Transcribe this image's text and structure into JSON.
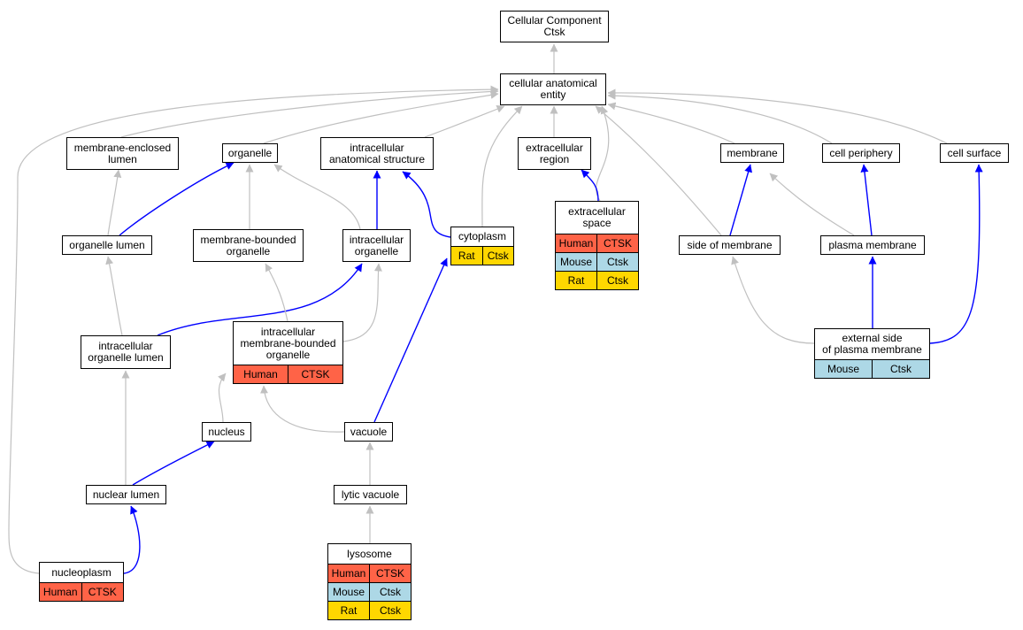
{
  "colors": {
    "Human": "#ff6347",
    "Mouse": "#add8e6",
    "Rat": "#ffd700",
    "is_a_edge": "#c0c0c0",
    "part_of_edge": "#0000ff"
  },
  "nodes": {
    "root": {
      "label": "Cellular Component\nCtsk"
    },
    "cae": {
      "label": "cellular anatomical\nentity"
    },
    "mel": {
      "label": "membrane-enclosed\nlumen"
    },
    "org": {
      "label": "organelle"
    },
    "ias": {
      "label": "intracellular\nanatomical structure"
    },
    "exr": {
      "label": "extracellular\nregion"
    },
    "mem": {
      "label": "membrane"
    },
    "cper": {
      "label": "cell periphery"
    },
    "csurf": {
      "label": "cell surface"
    },
    "orgl": {
      "label": "organelle lumen"
    },
    "mbo": {
      "label": "membrane-bounded\norganelle"
    },
    "io": {
      "label": "intracellular\norganelle"
    },
    "cyto": {
      "label": "cytoplasm",
      "rows": [
        {
          "species": "Rat",
          "gene": "Ctsk"
        }
      ]
    },
    "exs": {
      "label": "extracellular\nspace",
      "rows": [
        {
          "species": "Human",
          "gene": "CTSK"
        },
        {
          "species": "Mouse",
          "gene": "Ctsk"
        },
        {
          "species": "Rat",
          "gene": "Ctsk"
        }
      ]
    },
    "som": {
      "label": "side of membrane"
    },
    "pm": {
      "label": "plasma membrane"
    },
    "iol": {
      "label": "intracellular\norganelle lumen"
    },
    "imbo": {
      "label": "intracellular\nmembrane-bounded\norganelle",
      "rows": [
        {
          "species": "Human",
          "gene": "CTSK"
        }
      ]
    },
    "espm": {
      "label": "external side\nof plasma membrane",
      "rows": [
        {
          "species": "Mouse",
          "gene": "Ctsk"
        }
      ]
    },
    "nuc": {
      "label": "nucleus"
    },
    "vac": {
      "label": "vacuole"
    },
    "nl": {
      "label": "nuclear lumen"
    },
    "lv": {
      "label": "lytic vacuole"
    },
    "lys": {
      "label": "lysosome",
      "rows": [
        {
          "species": "Human",
          "gene": "CTSK"
        },
        {
          "species": "Mouse",
          "gene": "Ctsk"
        },
        {
          "species": "Rat",
          "gene": "Ctsk"
        }
      ]
    },
    "np": {
      "label": "nucleoplasm",
      "rows": [
        {
          "species": "Human",
          "gene": "CTSK"
        }
      ]
    }
  },
  "edges": [
    {
      "from": "cae",
      "to": "root",
      "type": "is_a"
    },
    {
      "from": "mel",
      "to": "cae",
      "type": "is_a"
    },
    {
      "from": "org",
      "to": "cae",
      "type": "is_a"
    },
    {
      "from": "ias",
      "to": "cae",
      "type": "is_a"
    },
    {
      "from": "exr",
      "to": "cae",
      "type": "is_a"
    },
    {
      "from": "mem",
      "to": "cae",
      "type": "is_a"
    },
    {
      "from": "cper",
      "to": "cae",
      "type": "is_a"
    },
    {
      "from": "csurf",
      "to": "cae",
      "type": "is_a"
    },
    {
      "from": "cyto",
      "to": "cae",
      "type": "is_a"
    },
    {
      "from": "exs",
      "to": "cae",
      "type": "is_a"
    },
    {
      "from": "som",
      "to": "cae",
      "type": "is_a"
    },
    {
      "from": "np",
      "to": "cae",
      "type": "is_a"
    },
    {
      "from": "orgl",
      "to": "mel",
      "type": "is_a"
    },
    {
      "from": "orgl",
      "to": "org",
      "type": "part_of"
    },
    {
      "from": "mbo",
      "to": "org",
      "type": "is_a"
    },
    {
      "from": "io",
      "to": "org",
      "type": "is_a"
    },
    {
      "from": "io",
      "to": "ias",
      "type": "part_of"
    },
    {
      "from": "cyto",
      "to": "ias",
      "type": "part_of"
    },
    {
      "from": "exs",
      "to": "exr",
      "type": "part_of"
    },
    {
      "from": "som",
      "to": "mem",
      "type": "part_of"
    },
    {
      "from": "pm",
      "to": "mem",
      "type": "is_a"
    },
    {
      "from": "pm",
      "to": "cper",
      "type": "part_of"
    },
    {
      "from": "iol",
      "to": "orgl",
      "type": "is_a"
    },
    {
      "from": "iol",
      "to": "io",
      "type": "part_of"
    },
    {
      "from": "imbo",
      "to": "mbo",
      "type": "is_a"
    },
    {
      "from": "imbo",
      "to": "io",
      "type": "is_a"
    },
    {
      "from": "espm",
      "to": "som",
      "type": "is_a"
    },
    {
      "from": "espm",
      "to": "pm",
      "type": "part_of"
    },
    {
      "from": "espm",
      "to": "csurf",
      "type": "part_of"
    },
    {
      "from": "nuc",
      "to": "imbo",
      "type": "is_a"
    },
    {
      "from": "vac",
      "to": "imbo",
      "type": "is_a"
    },
    {
      "from": "vac",
      "to": "cyto",
      "type": "part_of"
    },
    {
      "from": "nl",
      "to": "iol",
      "type": "is_a"
    },
    {
      "from": "nl",
      "to": "nuc",
      "type": "part_of"
    },
    {
      "from": "lv",
      "to": "vac",
      "type": "is_a"
    },
    {
      "from": "lys",
      "to": "lv",
      "type": "is_a"
    },
    {
      "from": "np",
      "to": "nl",
      "type": "part_of"
    }
  ]
}
